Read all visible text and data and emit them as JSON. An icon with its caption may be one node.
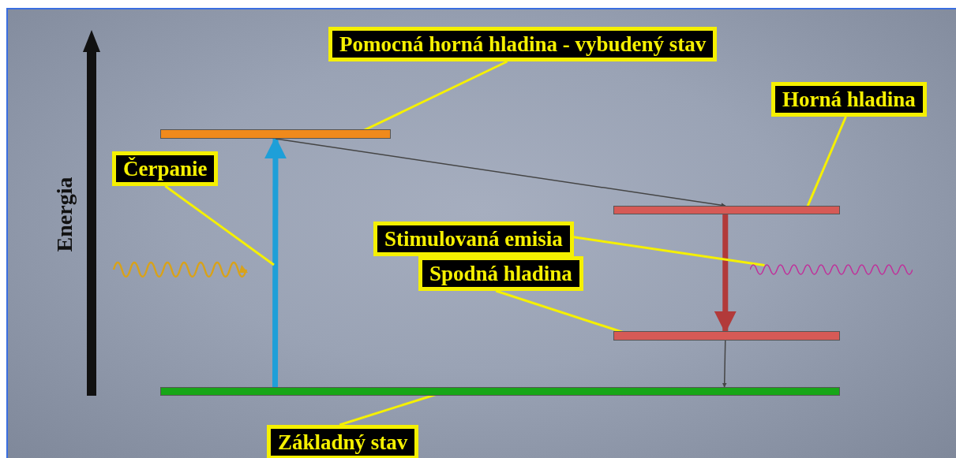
{
  "diagram": {
    "nodes": [
      {
        "text": [
          "Pomocná horná hladina - vybudený stav"
        ]
      },
      {
        "text": [],
        "shape": "bar"
      },
      {
        "text": [
          "Horná hladina"
        ]
      },
      {
        "text": [
          "Čerpanie"
        ]
      },
      {
        "text": [],
        "shape": "bar"
      },
      {
        "text": [
          "Stimulovaná emisia"
        ]
      },
      {
        "text": [],
        "shape": "wave"
      },
      {
        "text": [
          "Spodná hladina"
        ]
      },
      {
        "text": [],
        "shape": "bar"
      },
      {
        "text": [],
        "shape": "bar"
      },
      {
        "text": [
          "Základný stav"
        ]
      }
    ],
    "edges": [
      {
        "from": 9,
        "to": 1,
        "arrow": "to",
        "style": "thick",
        "color": "#1e9fd8"
      },
      {
        "from": 1,
        "to": 4,
        "arrow": "to",
        "color": "#454545"
      },
      {
        "from": 4,
        "to": 8,
        "arrow": "to",
        "style": "thick",
        "color": "#b23a3a"
      },
      {
        "from": 8,
        "to": 9,
        "arrow": "to",
        "color": "#454545"
      },
      {
        "from": 0,
        "to": 1,
        "arrow": "none"
      },
      {
        "from": 2,
        "to": 4,
        "arrow": "none"
      },
      {
        "from": 3,
        "to": null,
        "arrow": "none"
      },
      {
        "from": 5,
        "to": 6,
        "arrow": "none"
      },
      {
        "from": 7,
        "to": 8,
        "arrow": "none"
      },
      {
        "from": 10,
        "to": 9,
        "arrow": "none"
      }
    ],
    "labels": [
      "Energia"
    ]
  }
}
